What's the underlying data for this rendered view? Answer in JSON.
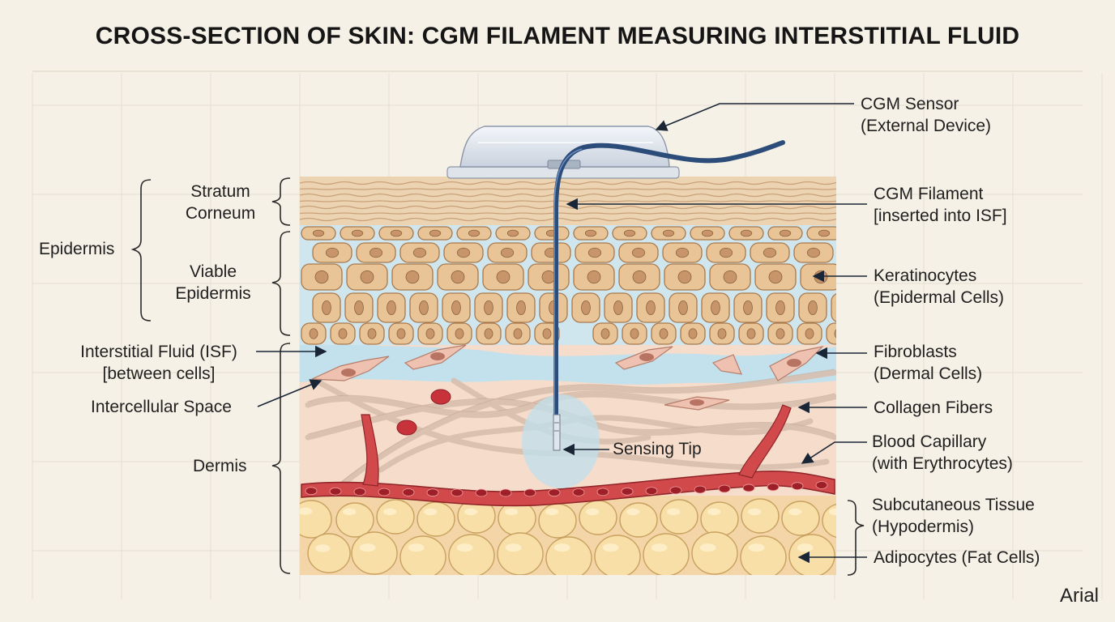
{
  "title": "CROSS-SECTION OF SKIN: CGM FILAMENT MEASURING INTERSTITIAL FLUID",
  "font_note": "Arial",
  "colors": {
    "background": "#f6f1e6",
    "stratum_corneum": "#ecd3b2",
    "keratinocyte": "#e9c497",
    "isf": "#bfe0ee",
    "dermis": "#f6dccb",
    "blood": "#c0393b",
    "fat": "#f6dba4",
    "filament": "#2c4c7a"
  },
  "labels": {
    "left": {
      "stratum_corneum": [
        "Stratum",
        "Corneum"
      ],
      "epidermis": "Epidermis",
      "viable_epidermis": [
        "Viable",
        "Epidermis"
      ],
      "isf": [
        "Interstitial Fluid (ISF)",
        "[between cells]"
      ],
      "intercellular_space": "Intercellular Space",
      "dermis": "Dermis"
    },
    "right": {
      "cgm_sensor": [
        "CGM Sensor",
        "(External Device)"
      ],
      "cgm_filament": [
        "CGM Filament",
        "[inserted into ISF]"
      ],
      "keratinocytes": [
        "Keratinocytes",
        "(Epidermal Cells)"
      ],
      "fibroblasts": [
        "Fibroblasts",
        "(Dermal Cells)"
      ],
      "collagen": "Collagen Fibers",
      "capillary": [
        "Blood Capillary",
        "(with Erythrocytes)"
      ],
      "subcutaneous": [
        "Subcutaneous Tissue",
        "(Hypodermis)"
      ],
      "adipocytes": "Adipocytes (Fat Cells)"
    },
    "center": {
      "sensing_tip": "Sensing Tip"
    }
  }
}
